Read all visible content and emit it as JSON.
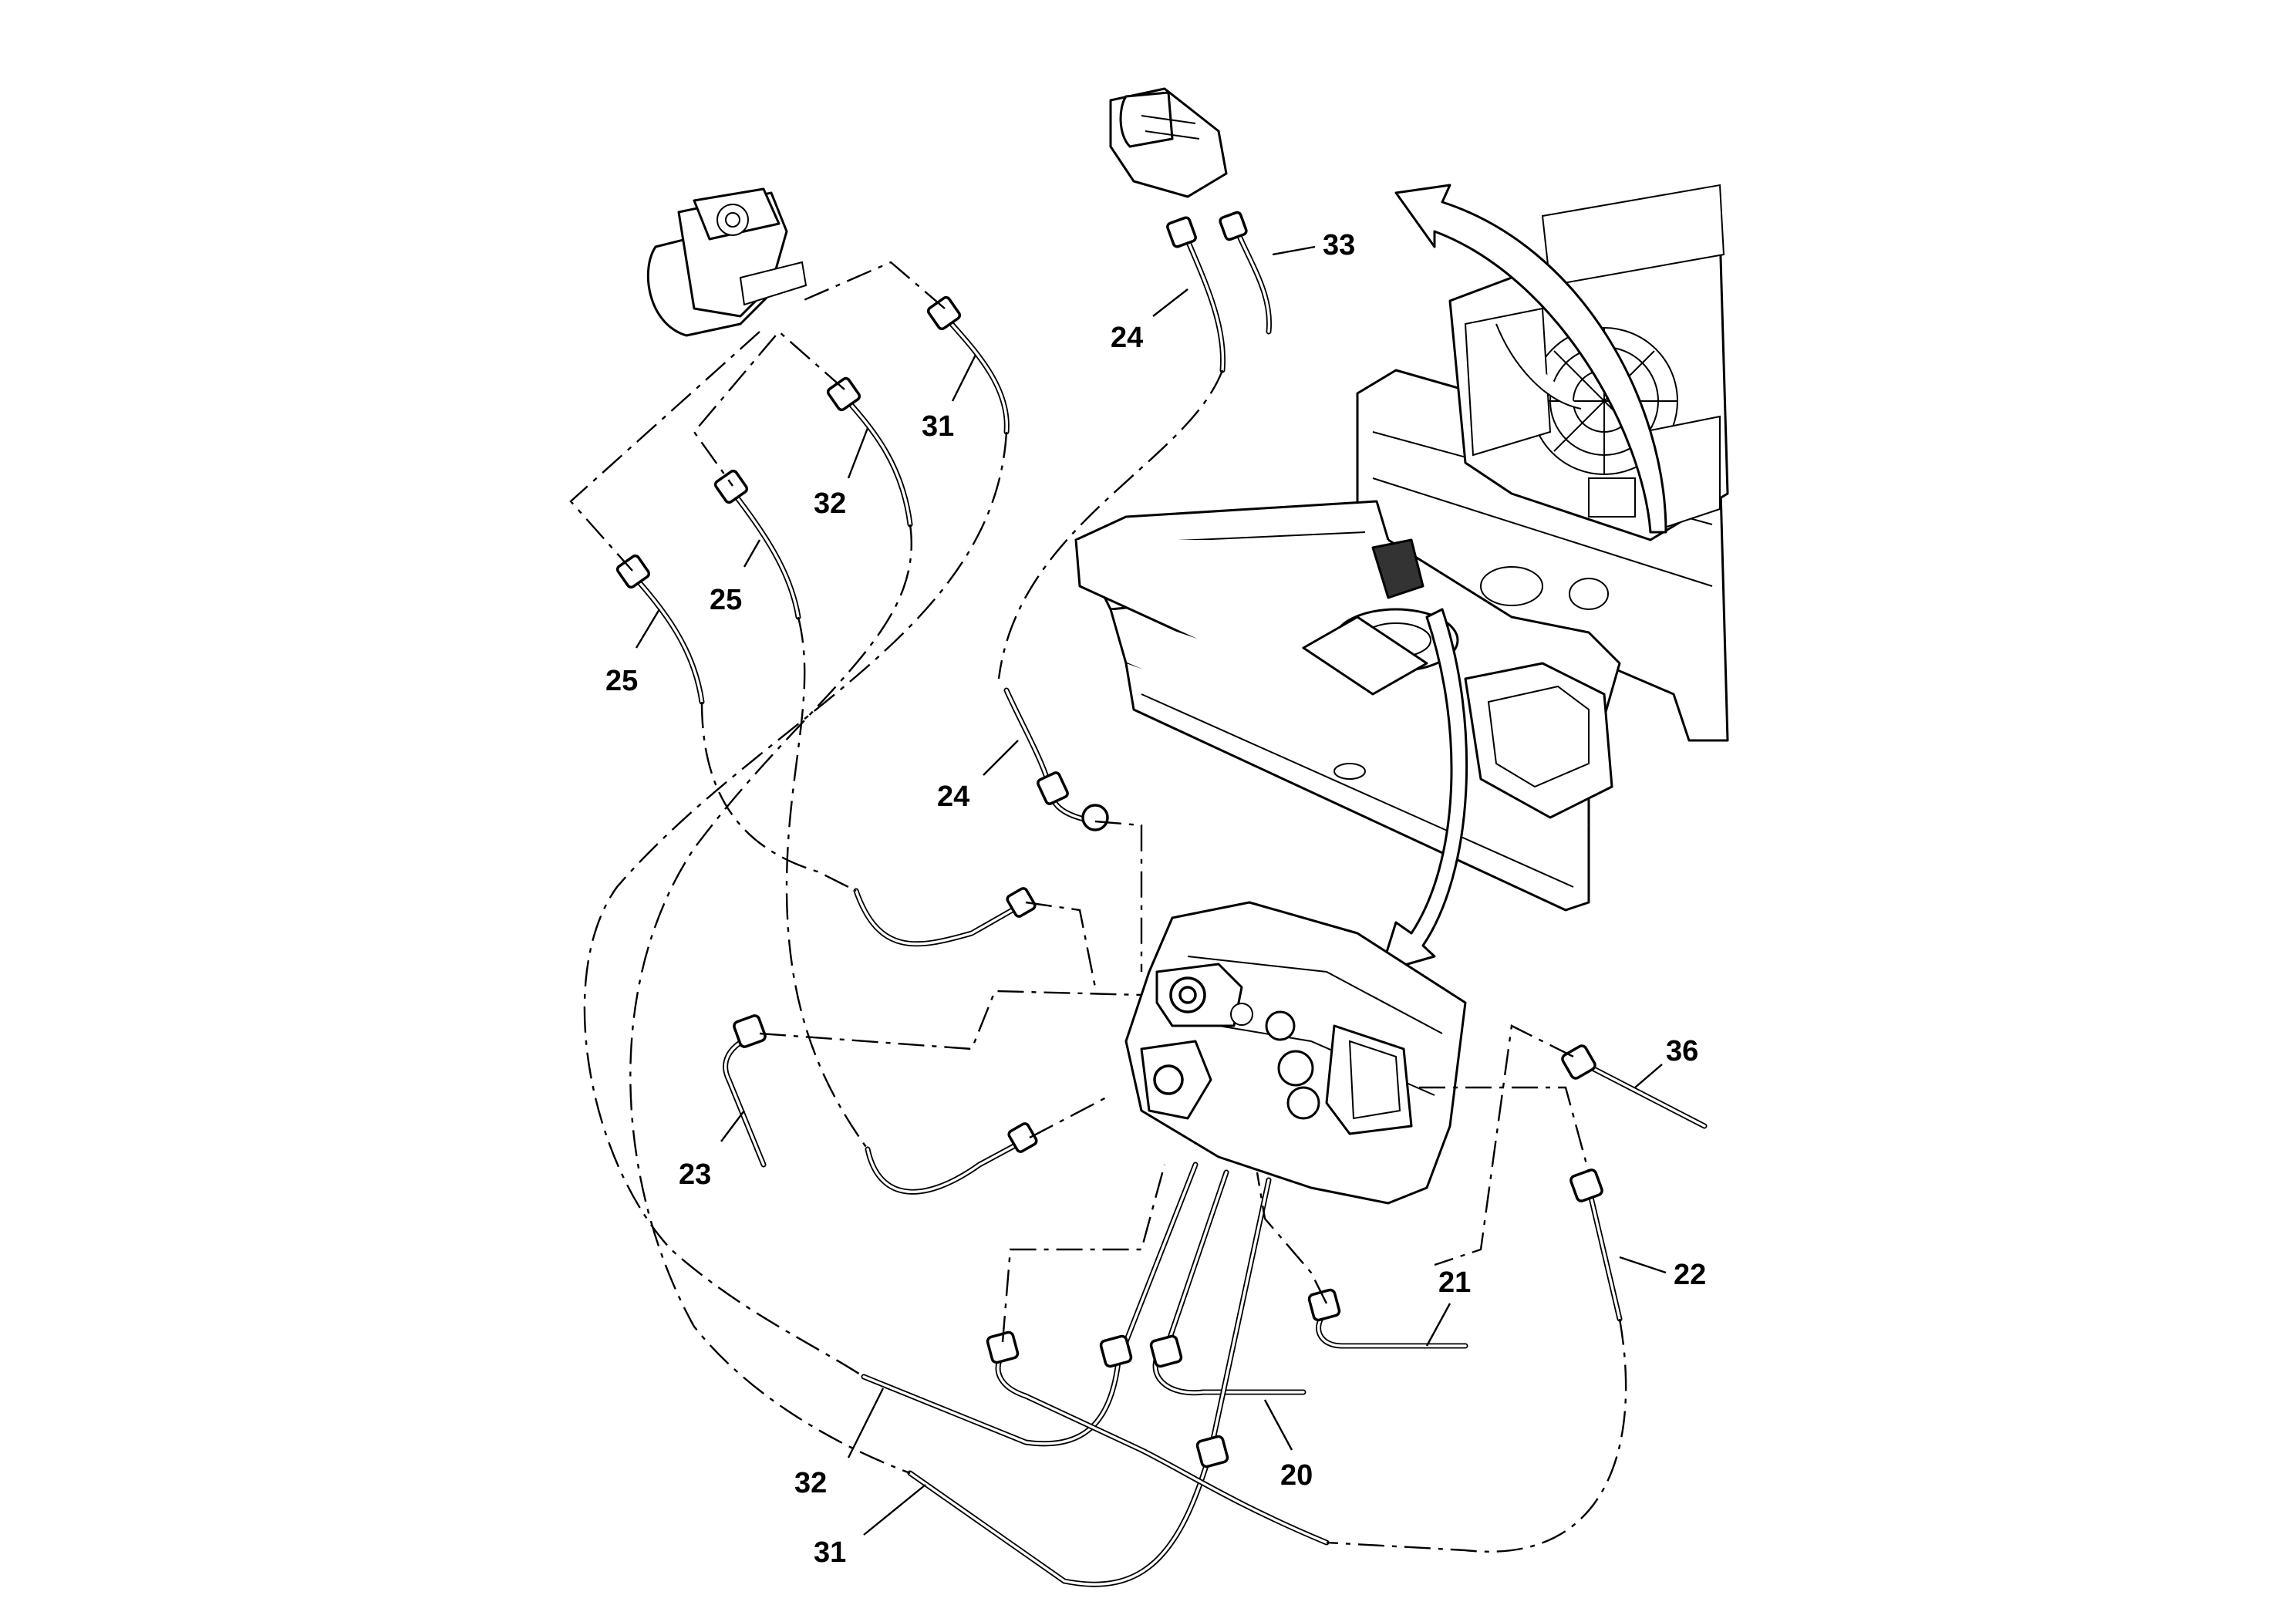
{
  "labels": {
    "l33": "33",
    "l24_top": "24",
    "l31_top": "31",
    "l32_top": "32",
    "l25_mid": "25",
    "l25_left": "25",
    "l24_mid": "24",
    "l23": "23",
    "l36": "36",
    "l21": "21",
    "l22": "22",
    "l20": "20",
    "l32_bottom": "32",
    "l31_bottom": "31"
  }
}
